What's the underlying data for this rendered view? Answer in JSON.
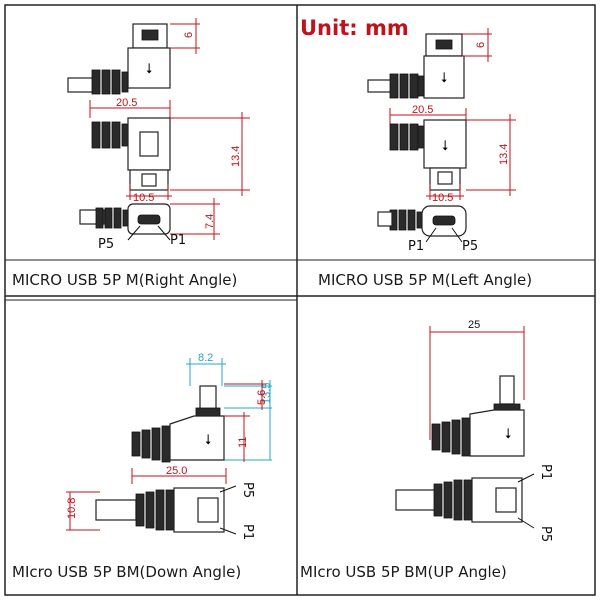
{
  "unit_label": "Unit: mm",
  "panels": {
    "right_angle": {
      "caption": "MICRO  USB  5P  M(Right   Angle)",
      "dims": {
        "top_height": "6",
        "width": "20.5",
        "body_height": "13.4",
        "tip_width": "10.5",
        "tip_height": "7.4"
      },
      "pins": {
        "left": "P5",
        "right": "P1"
      }
    },
    "left_angle": {
      "caption": "MICRO  USB  5P  M(Left    Angle)",
      "dims": {
        "top_height": "6",
        "width": "20.5",
        "body_height": "13.4",
        "tip_width": "10.5"
      },
      "pins": {
        "left": "P1",
        "right": "P5"
      }
    },
    "down_angle": {
      "caption": "MIcro  USB  5P  BM(Down  Angle)",
      "dims": {
        "top_width": "8.2",
        "top_height": "5.6",
        "mid_height": "11",
        "total_height": "13.5",
        "width": "25.0",
        "cable_height": "10.8"
      },
      "pins": {
        "top": "P5",
        "bottom": "P1"
      }
    },
    "up_angle": {
      "caption": "MIcro  USB  5P  BM(UP  Angle)",
      "dims": {
        "width": "25"
      },
      "pins": {
        "top": "P1",
        "bottom": "P5"
      }
    }
  },
  "colors": {
    "dimension": "#c0121a",
    "dimension_alt": "#2aa5c8",
    "outline": "#222222"
  },
  "icons": [
    "usb-logo-icon"
  ]
}
